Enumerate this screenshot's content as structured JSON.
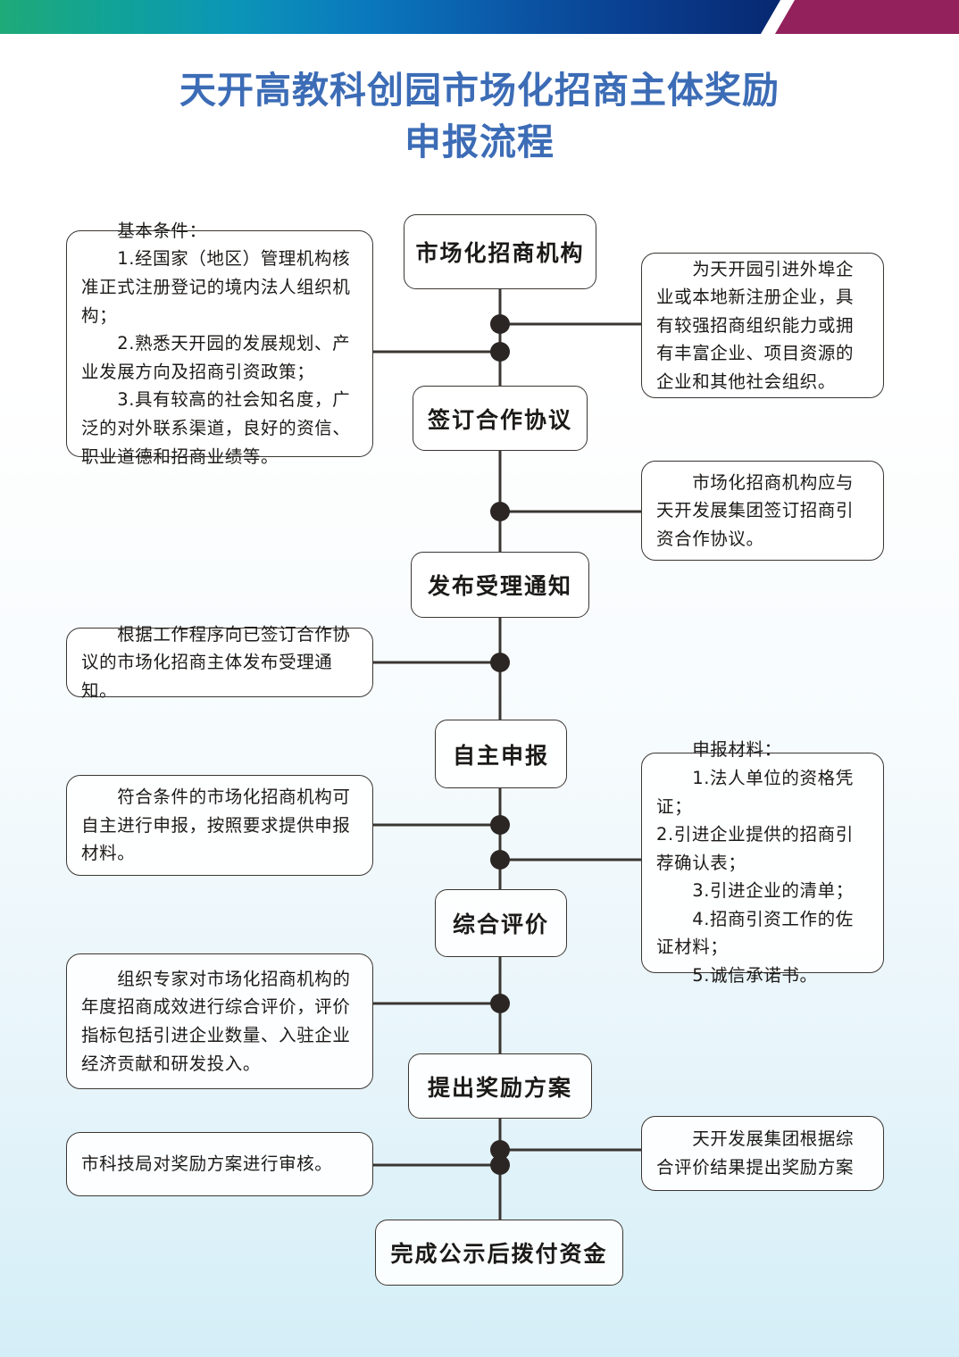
{
  "banner": {
    "gradient_start": "#1faa78",
    "gradient_mid": "#0a78bd",
    "gradient_end": "#07276f",
    "accent": "#92215c",
    "slash": "#ffffff"
  },
  "title": {
    "line1": "天开高教科创园市场化招商主体奖励",
    "line2": "申报流程",
    "color": "#3c6cb6"
  },
  "flow": {
    "nodes": [
      {
        "id": "node-1",
        "label": "市场化招商机构"
      },
      {
        "id": "node-2",
        "label": "签订合作协议"
      },
      {
        "id": "node-3",
        "label": "发布受理通知"
      },
      {
        "id": "node-4",
        "label": "自主申报"
      },
      {
        "id": "node-5",
        "label": "综合评价"
      },
      {
        "id": "node-6",
        "label": "提出奖励方案"
      },
      {
        "id": "node-7",
        "label": "完成公示后拨付资金"
      }
    ],
    "notes_left": [
      {
        "id": "note-basic-conditions",
        "text": "　　基本条件：\n　　1.经国家（地区）管理机构核准正式注册登记的境内法人组织机构；\n　　2.熟悉天开园的发展规划、产业发展方向及招商引资政策；\n　　3.具有较高的社会知名度，广泛的对外联系渠道，良好的资信、职业道德和招商业绩等。"
      },
      {
        "id": "note-acceptance-notice",
        "text": "　　根据工作程序向已签订合作协议的市场化招商主体发布受理通知。"
      },
      {
        "id": "note-self-declaration",
        "text": "　　符合条件的市场化招商机构可自主进行申报，按照要求提供申报材料。"
      },
      {
        "id": "note-comprehensive-evaluation",
        "text": "　　组织专家对市场化招商机构的年度招商成效进行综合评价，评价指标包括引进企业数量、入驻企业经济贡献和研发投入。"
      },
      {
        "id": "note-science-bureau-review",
        "text": "市科技局对奖励方案进行审核。"
      }
    ],
    "notes_right": [
      {
        "id": "note-institution-scope",
        "text": "　　为天开园引进外埠企业或本地新注册企业，具有较强招商组织能力或拥有丰富企业、项目资源的企业和其他社会组织。"
      },
      {
        "id": "note-sign-agreement",
        "text": "　　市场化招商机构应与天开发展集团签订招商引资合作协议。"
      },
      {
        "id": "note-application-materials",
        "text": "　　申报材料：\n　　1.法人单位的资格凭证；\n2.引进企业提供的招商引荐确认表；\n　　3.引进企业的清单；\n　　4.招商引资工作的佐证材料；\n　　5.诚信承诺书。"
      },
      {
        "id": "note-reward-proposal",
        "text": "　　天开发展集团根据综合评价结果提出奖励方案"
      }
    ]
  }
}
